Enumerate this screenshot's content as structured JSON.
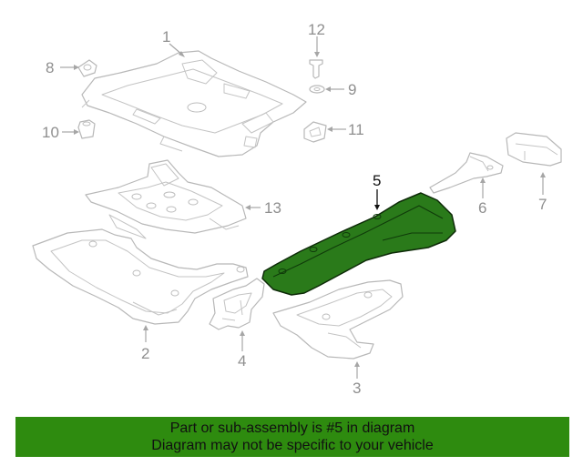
{
  "diagram": {
    "highlighted_part": "5",
    "callouts": {
      "c1": "1",
      "c2": "2",
      "c3": "3",
      "c4": "4",
      "c5": "5",
      "c6": "6",
      "c7": "7",
      "c8": "8",
      "c9": "9",
      "c10": "10",
      "c11": "11",
      "c12": "12",
      "c13": "13"
    },
    "colors": {
      "highlight_fill": "#2a7a1a",
      "banner_background": "#2e8b0f",
      "part_line": "#b8b8b8"
    }
  },
  "banner": {
    "line1": "Part or sub-assembly is #5 in diagram",
    "line2": "Diagram may not be specific to your vehicle"
  }
}
